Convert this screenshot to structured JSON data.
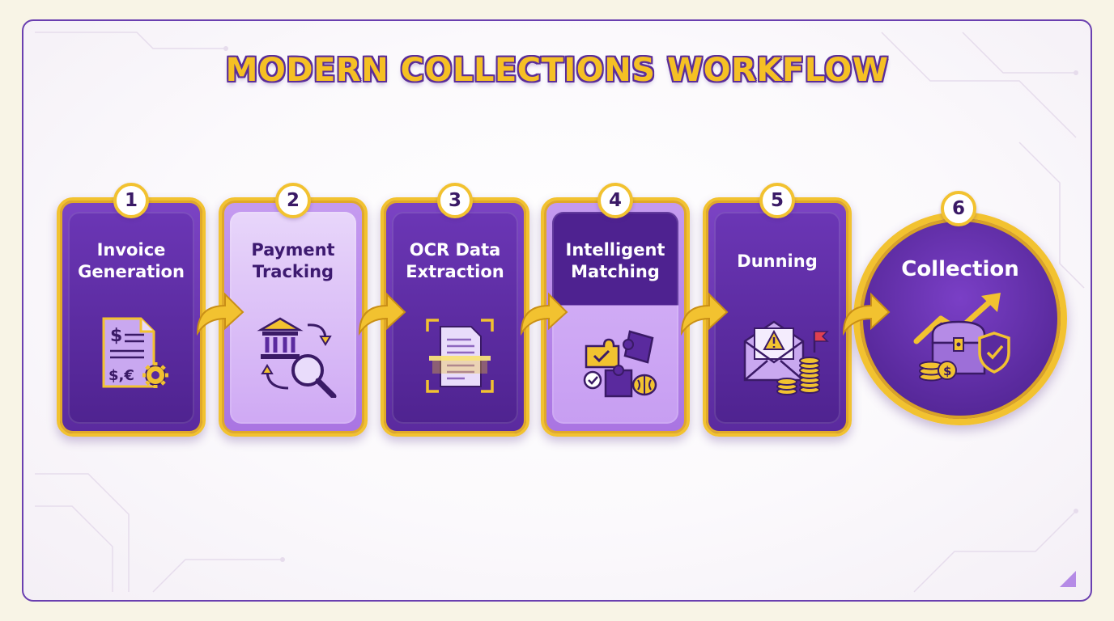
{
  "title": "MODERN COLLECTIONS WORKFLOW",
  "colors": {
    "accent_gold": "#f2c230",
    "purple_dark": "#5a2a9e",
    "purple_light": "#c99ff3",
    "title_outline": "#5a2d99"
  },
  "steps": [
    {
      "number": "1",
      "label_lines": [
        "Invoice",
        "Generation"
      ],
      "icon": "invoice-document-gear-icon"
    },
    {
      "number": "2",
      "label_lines": [
        "Payment",
        "Tracking"
      ],
      "icon": "bank-search-cycle-icon"
    },
    {
      "number": "3",
      "label_lines": [
        "OCR Data",
        "Extraction"
      ],
      "icon": "document-scan-icon"
    },
    {
      "number": "4",
      "label_lines": [
        "Intelligent",
        "Matching"
      ],
      "icon": "puzzle-brain-icon"
    },
    {
      "number": "5",
      "label_lines": [
        "Dunning"
      ],
      "icon": "envelope-warning-coins-icon"
    },
    {
      "number": "6",
      "label_lines": [
        "Collection"
      ],
      "icon": "treasure-chest-growth-icon"
    }
  ],
  "connector_icon": "curved-arrow-right-icon"
}
